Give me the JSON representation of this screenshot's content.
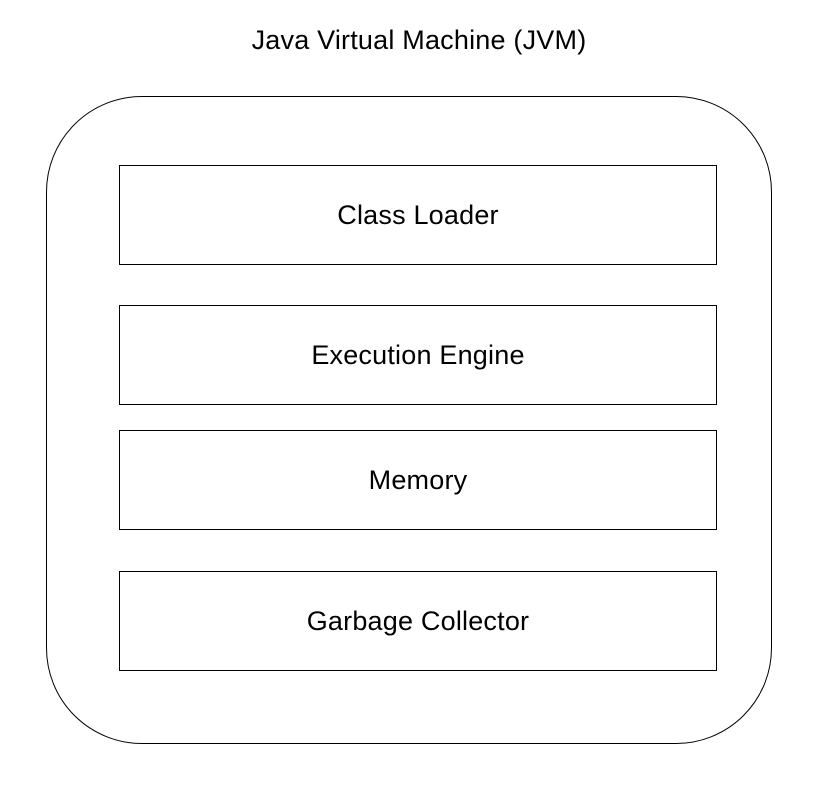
{
  "diagram": {
    "title": "Java Virtual Machine (JVM)",
    "components": [
      {
        "label": "Class Loader"
      },
      {
        "label": "Execution Engine"
      },
      {
        "label": "Memory"
      },
      {
        "label": "Garbage Collector"
      }
    ]
  },
  "colors": {
    "stroke": "#000000",
    "background": "#ffffff",
    "text": "#000000"
  }
}
